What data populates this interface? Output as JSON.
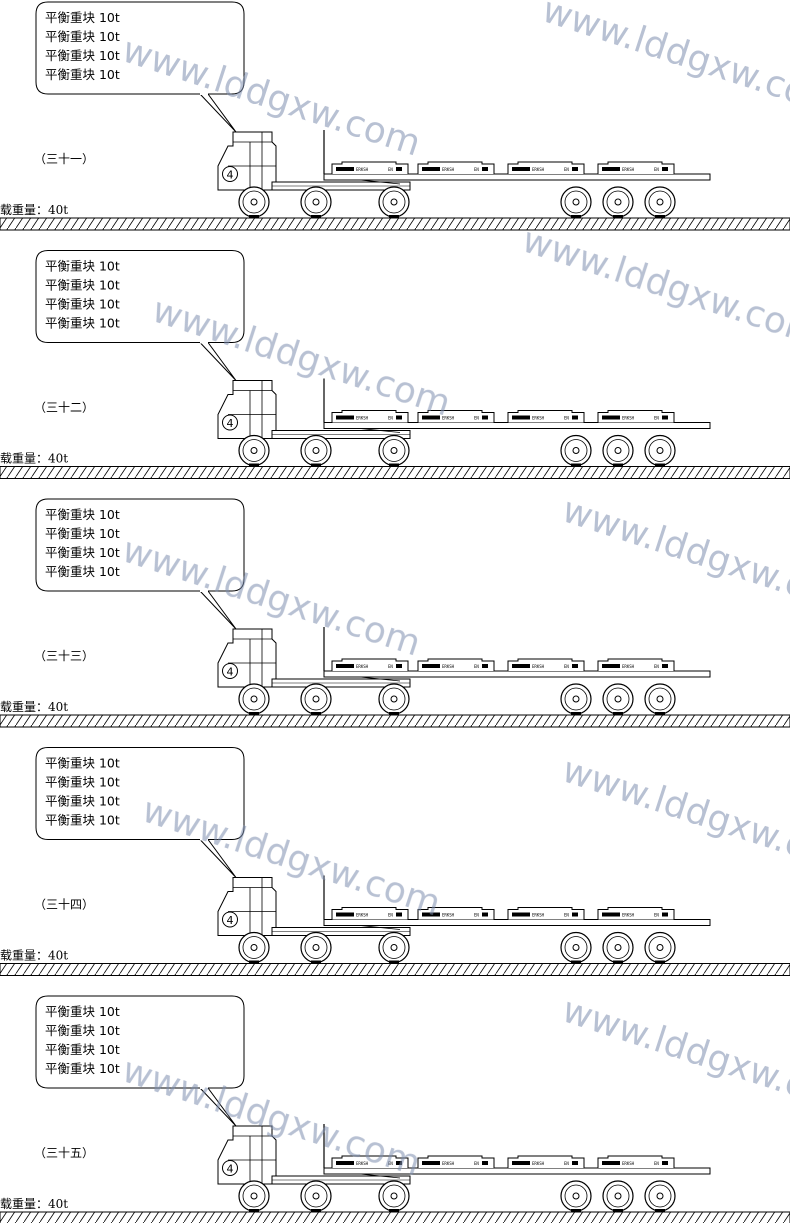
{
  "watermark": "www.lddgxw.com",
  "panels": [
    {
      "label": "（三十一）",
      "bubble_lines": [
        "平衡重块  10t",
        "平衡重块  10t",
        "平衡重块  10t",
        "平衡重块  10t"
      ],
      "load_text": "载重量：40t",
      "cab_number": "4",
      "block_marks": [
        "ERKSH",
        "EN",
        "ERKSH",
        "EN",
        "ERKSH",
        "EN",
        "ERKSH",
        "EN"
      ]
    },
    {
      "label": "（三十二）",
      "bubble_lines": [
        "平衡重块  10t",
        "平衡重块  10t",
        "平衡重块  10t",
        "平衡重块  10t"
      ],
      "load_text": "载重量：40t",
      "cab_number": "4",
      "block_marks": [
        "ERKSH",
        "EN",
        "ERKSH",
        "EN",
        "ERKSH",
        "EN",
        "ERKSH",
        "EN"
      ]
    },
    {
      "label": "（三十三）",
      "bubble_lines": [
        "平衡重块  10t",
        "平衡重块  10t",
        "平衡重块  10t",
        "平衡重块  10t"
      ],
      "load_text": "载重量：40t",
      "cab_number": "4",
      "block_marks": [
        "ERKSH",
        "EN",
        "ERKSH",
        "EN",
        "ERKSH",
        "EN",
        "ERKSH",
        "EN"
      ]
    },
    {
      "label": "（三十四）",
      "bubble_lines": [
        "平衡重块  10t",
        "平衡重块  10t",
        "平衡重块  10t",
        "平衡重块  10t"
      ],
      "load_text": "载重量：40t",
      "cab_number": "4",
      "block_marks": [
        "ERKSH",
        "EN",
        "ERKSH",
        "EN",
        "ERKSH",
        "EN",
        "ERKSH",
        "EN"
      ]
    },
    {
      "label": "（三十五）",
      "bubble_lines": [
        "平衡重块  10t",
        "平衡重块  10t",
        "平衡重块  10t",
        "平衡重块  10t"
      ],
      "load_text": "载重量：40t",
      "cab_number": "4",
      "block_marks": [
        "ERKSH",
        "EN",
        "ERKSH",
        "EN",
        "ERKSH",
        "EN",
        "ERKSH",
        "EN"
      ]
    }
  ]
}
